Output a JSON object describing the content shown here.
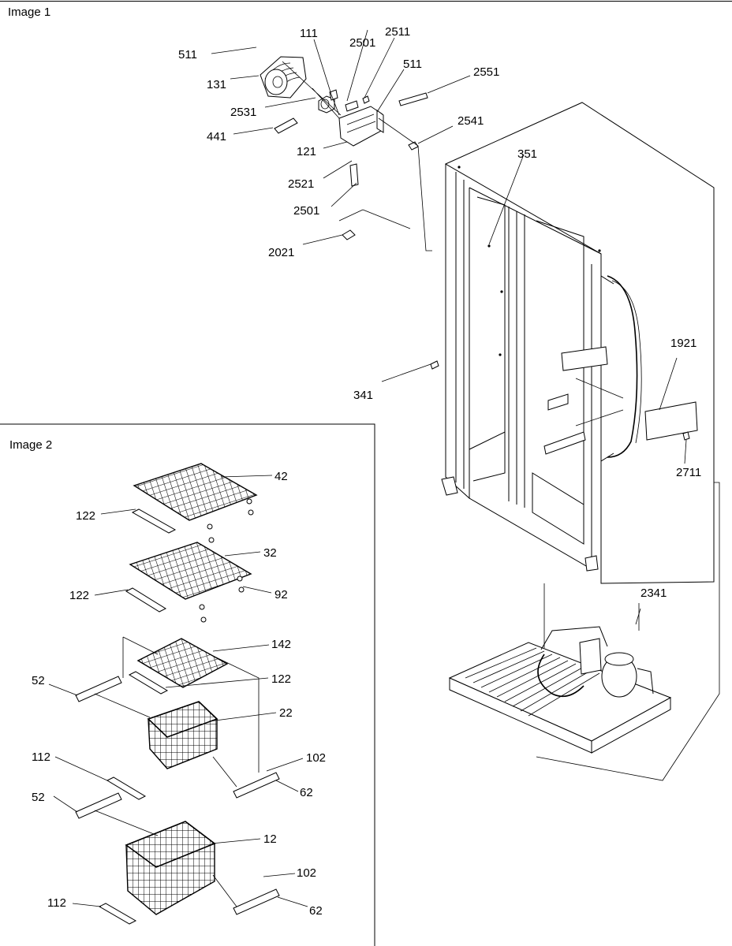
{
  "image1": {
    "title": "Image 1",
    "labels": {
      "p511a": "511",
      "p131": "131",
      "p111": "111",
      "p2501a": "2501",
      "p2511": "2511",
      "p511b": "511",
      "p2551": "2551",
      "p2531": "2531",
      "p441": "441",
      "p2541": "2541",
      "p121": "121",
      "p2521": "2521",
      "p2501b": "2501",
      "p351": "351",
      "p2021": "2021",
      "p341": "341",
      "p1921": "1921",
      "p2711": "2711",
      "p2341": "2341"
    }
  },
  "image2": {
    "title": "Image 2",
    "labels": {
      "p42": "42",
      "p122a": "122",
      "p32": "32",
      "p92": "92",
      "p122b": "122",
      "p142": "142",
      "p122c": "122",
      "p52a": "52",
      "p22": "22",
      "p102a": "102",
      "p62a": "62",
      "p112a": "112",
      "p52b": "52",
      "p12": "12",
      "p102b": "102",
      "p112b": "112",
      "p62b": "62"
    }
  }
}
